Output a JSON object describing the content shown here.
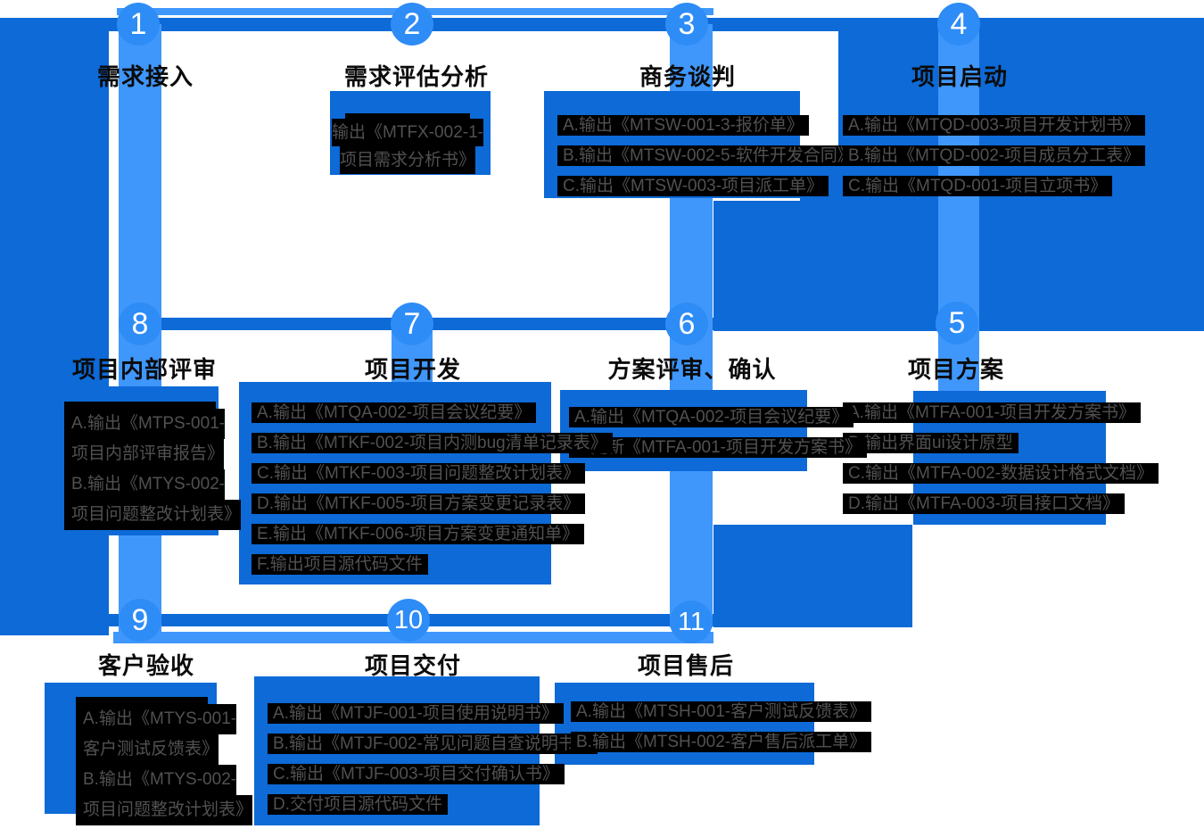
{
  "diagram": {
    "type": "process-flow",
    "colors": {
      "accent_light": "#3f97fc",
      "accent_medium": "#0d6ad7",
      "circle_fill": "#2e8cf6",
      "output_box_bg": "#000000",
      "output_text": "#515151",
      "title_text": "#0b0b0b"
    },
    "steps": [
      {
        "number": "1",
        "title": "需求接入",
        "outputs": []
      },
      {
        "number": "2",
        "title": "需求评估分析",
        "outputs": [
          "输出《MTFX-002-1-",
          "项目需求分析书》"
        ]
      },
      {
        "number": "3",
        "title": "商务谈判",
        "outputs": [
          "A.输出《MTSW-001-3-报价单》",
          "B.输出《MTSW-002-5-软件开发合同》",
          "C.输出《MTSW-003-项目派工单》"
        ]
      },
      {
        "number": "4",
        "title": "项目启动",
        "outputs": [
          "A.输出《MTQD-003-项目开发计划书》",
          "B.输出《MTQD-002-项目成员分工表》",
          "C.输出《MTQD-001-项目立项书》"
        ]
      },
      {
        "number": "5",
        "title": "项目方案",
        "outputs": [
          "A.输出《MTFA-001-项目开发方案书》",
          "B.输出界面ui设计原型",
          "C.输出《MTFA-002-数据设计格式文档》",
          "D.输出《MTFA-003-项目接口文档》"
        ]
      },
      {
        "number": "6",
        "title": "方案评审、确认",
        "outputs": [
          "A.输出《MTQA-002-项目会议纪要》",
          "B.更新《MTFA-001-项目开发方案书》"
        ]
      },
      {
        "number": "7",
        "title": "项目开发",
        "outputs": [
          "A.输出《MTQA-002-项目会议纪要》",
          "B.输出《MTKF-002-项目内测bug清单记录表》",
          "C.输出《MTKF-003-项目问题整改计划表》",
          "D.输出《MTKF-005-项目方案变更记录表》",
          "E.输出《MTKF-006-项目方案变更通知单》",
          "F.输出项目源代码文件"
        ]
      },
      {
        "number": "8",
        "title": "项目内部评审",
        "outputs": [
          "A.输出《MTPS-001-",
          "项目内部评审报告》",
          "B.输出《MTYS-002-",
          "项目问题整改计划表》"
        ]
      },
      {
        "number": "9",
        "title": "客户验收",
        "outputs": [
          "A.输出《MTYS-001-",
          "客户测试反馈表》",
          "B.输出《MTYS-002-",
          "项目问题整改计划表》"
        ]
      },
      {
        "number": "10",
        "title": "项目交付",
        "outputs": [
          "A.输出《MTJF-001-项目使用说明书》",
          "B.输出《MTJF-002-常见问题自查说明书》",
          "C.输出《MTJF-003-项目交付确认书》",
          "D.交付项目源代码文件"
        ]
      },
      {
        "number": "11",
        "title": "项目售后",
        "outputs": [
          "A.输出《MTSH-001-客户测试反馈表》",
          "B.输出《MTSH-002-客户售后派工单》"
        ]
      }
    ]
  }
}
